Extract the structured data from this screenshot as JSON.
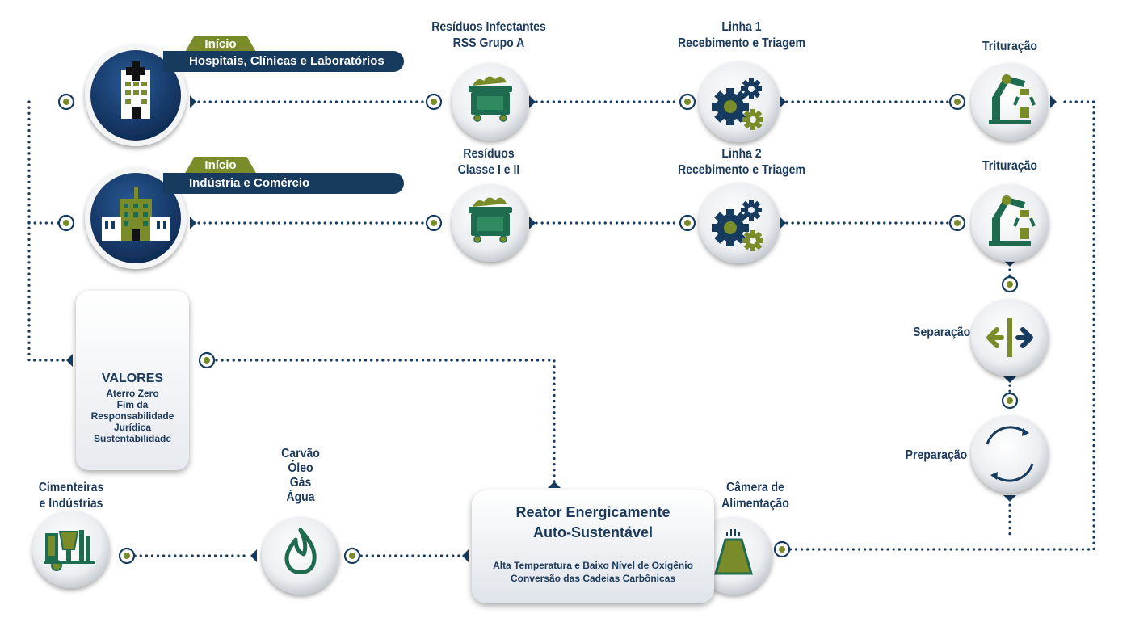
{
  "start_badge": "Início",
  "sources": [
    {
      "banner": "Hospitais, Clínicas e Laboratórios",
      "icon": "hospital-icon"
    },
    {
      "banner": "Indústria e Comércio",
      "icon": "factory-icon"
    }
  ],
  "row1": {
    "waste": [
      "Resíduos Infectantes",
      "RSS Grupo A"
    ],
    "line": [
      "Linha 1",
      "Recebimento e Triagem"
    ],
    "crush": "Trituração"
  },
  "row2": {
    "waste": [
      "Resíduos",
      "Classe I e II"
    ],
    "line": [
      "Linha 2",
      "Recebimento e Triagem"
    ],
    "crush": "Trituração"
  },
  "separation": "Separação",
  "preparation": "Preparação",
  "feed_chamber": [
    "Câmera de",
    "Alimentação"
  ],
  "reactor": {
    "title": [
      "Reator Energicamente",
      "Auto-Sustentável"
    ],
    "subtitle": [
      "Alta Temperatura e Baixo Nível de Oxigênio",
      "Conversão das Cadeias Carbônicas"
    ]
  },
  "products": [
    "Carvão",
    "Óleo",
    "Gás",
    "Água"
  ],
  "industries": [
    "Cimenteiras",
    "e Indústrias"
  ],
  "values": {
    "title": "VALORES",
    "items": [
      "Aterro Zero",
      "Fim da",
      "Responsabilidade",
      "Jurídica",
      "Sustentabilidade"
    ]
  },
  "colors": {
    "navy": "#173b5f",
    "olive": "#7a8c2a",
    "green": "#1e6b4f",
    "green_light": "#2f8a5f"
  }
}
